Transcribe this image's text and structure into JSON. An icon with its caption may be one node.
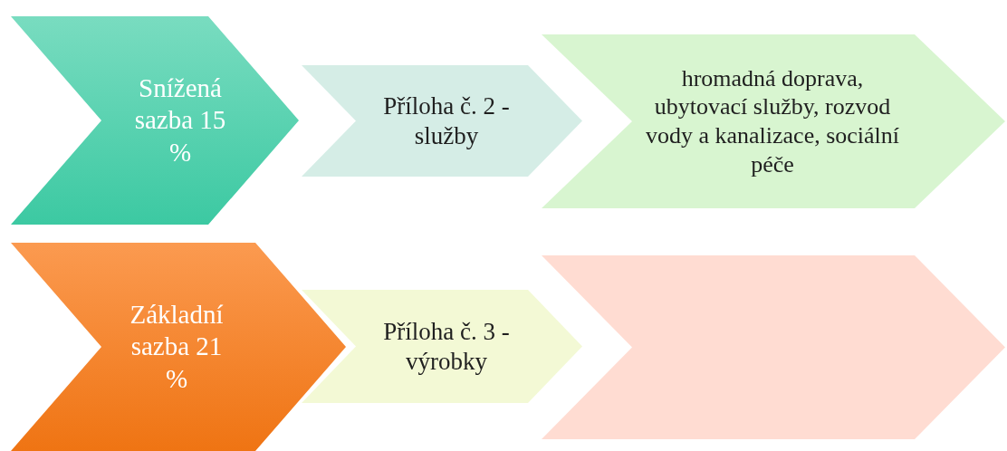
{
  "diagram": {
    "nodes": [
      {
        "text": [
          "Snížená sazba 15 %"
        ]
      },
      {
        "text": [
          "Příloha č. 2 - služby"
        ]
      },
      {
        "text": [
          "hromadná doprava, ubytovací služby, rozvod vody a kanalizace, sociální péče"
        ]
      },
      {
        "text": [
          "Základní sazba 21 %"
        ]
      },
      {
        "text": [
          "Příloha č. 3 - výrobky"
        ]
      },
      {
        "text": [],
        "shape": "chevron"
      }
    ]
  }
}
